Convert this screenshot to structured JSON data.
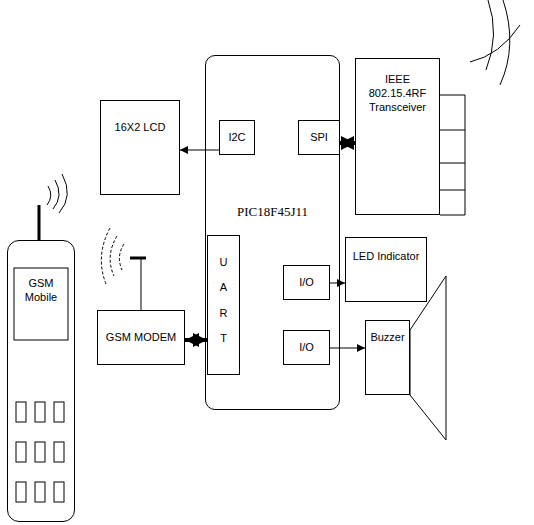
{
  "diagram": {
    "nodes": [
      {
        "text": [
          "16X2 LCD"
        ]
      },
      {
        "text": [
          "PIC18F45J11"
        ]
      },
      {
        "text": [
          "I2C"
        ],
        "in": 1
      },
      {
        "text": [
          "SPI"
        ],
        "in": 1
      },
      {
        "text": [
          "UART"
        ],
        "in": 1
      },
      {
        "text": [
          "I/O"
        ],
        "in": 1
      },
      {
        "text": [
          "I/O"
        ],
        "in": 1
      },
      {
        "text": [
          "IEEE 802.15.4RF Transceiver"
        ]
      },
      {
        "text": [
          "LED Indicator"
        ]
      },
      {
        "text": [
          "GSM MODEM"
        ]
      },
      {
        "text": [
          "Buzzer"
        ]
      },
      {
        "text": [
          "GSM Mobile"
        ]
      }
    ],
    "edges": [
      {
        "from": 2,
        "to": 0,
        "arrow": "to"
      },
      {
        "from": 3,
        "to": 7,
        "arrow": "both"
      },
      {
        "from": 9,
        "to": 4,
        "arrow": "both"
      },
      {
        "from": 5,
        "to": 8,
        "arrow": "to"
      },
      {
        "from": 6,
        "to": 10,
        "arrow": "to"
      }
    ]
  }
}
